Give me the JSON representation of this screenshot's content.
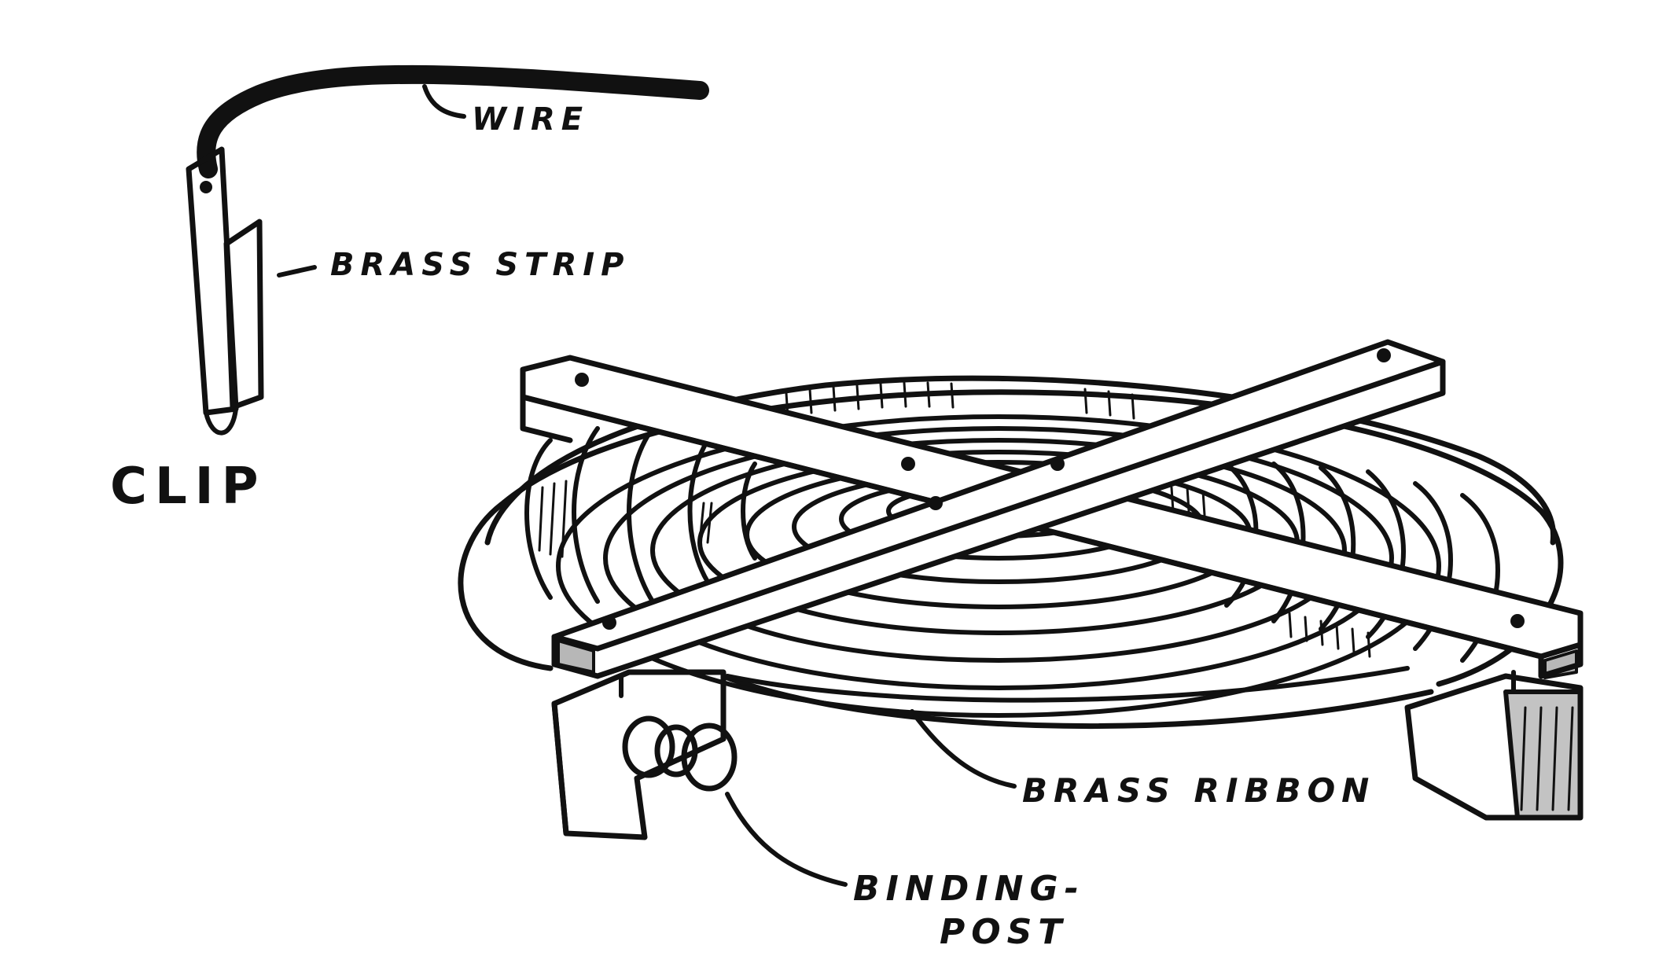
{
  "labels": {
    "wire": "WIRE",
    "brass_strip": "BRASS STRIP",
    "clip": "CLIP",
    "brass_ribbon": "BRASS RIBBON",
    "binding_post_line1": "BINDING-",
    "binding_post_line2": "POST"
  },
  "colors": {
    "ink": "#111111",
    "paper": "#ffffff"
  }
}
